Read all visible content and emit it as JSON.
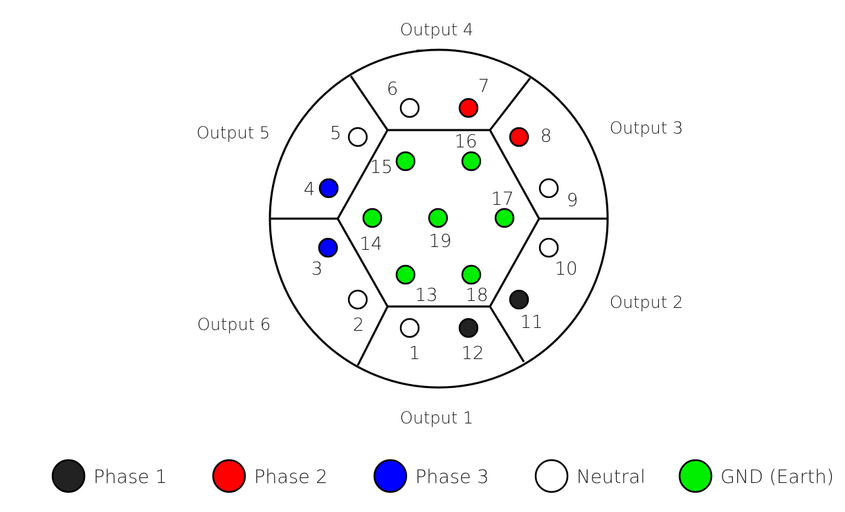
{
  "colors": {
    "phase1": "#222222",
    "phase2": "#ff0000",
    "phase3": "#0000ff",
    "neutral": "#ffffff",
    "gnd": "#00ee00"
  },
  "outputs": [
    {
      "id": "o4",
      "label": "Output 4"
    },
    {
      "id": "o5",
      "label": "Output 5"
    },
    {
      "id": "o3",
      "label": "Output 3"
    },
    {
      "id": "o2",
      "label": "Output 2"
    },
    {
      "id": "o6",
      "label": "Output 6"
    },
    {
      "id": "o1",
      "label": "Output 1"
    }
  ],
  "pins": [
    {
      "num": "1",
      "type": "neutral"
    },
    {
      "num": "2",
      "type": "neutral"
    },
    {
      "num": "3",
      "type": "phase3"
    },
    {
      "num": "4",
      "type": "phase3"
    },
    {
      "num": "5",
      "type": "neutral"
    },
    {
      "num": "6",
      "type": "neutral"
    },
    {
      "num": "7",
      "type": "phase2"
    },
    {
      "num": "8",
      "type": "phase2"
    },
    {
      "num": "9",
      "type": "neutral"
    },
    {
      "num": "10",
      "type": "neutral"
    },
    {
      "num": "11",
      "type": "phase1"
    },
    {
      "num": "12",
      "type": "phase1"
    },
    {
      "num": "13",
      "type": "gnd"
    },
    {
      "num": "14",
      "type": "gnd"
    },
    {
      "num": "15",
      "type": "gnd"
    },
    {
      "num": "16",
      "type": "gnd"
    },
    {
      "num": "17",
      "type": "gnd"
    },
    {
      "num": "18",
      "type": "gnd"
    },
    {
      "num": "19",
      "type": "gnd"
    }
  ],
  "legend": [
    {
      "type": "phase1",
      "label": "Phase 1"
    },
    {
      "type": "phase2",
      "label": "Phase 2"
    },
    {
      "type": "phase3",
      "label": "Phase 3"
    },
    {
      "type": "neutral",
      "label": "Neutral"
    },
    {
      "type": "gnd",
      "label": "GND (Earth)"
    }
  ]
}
